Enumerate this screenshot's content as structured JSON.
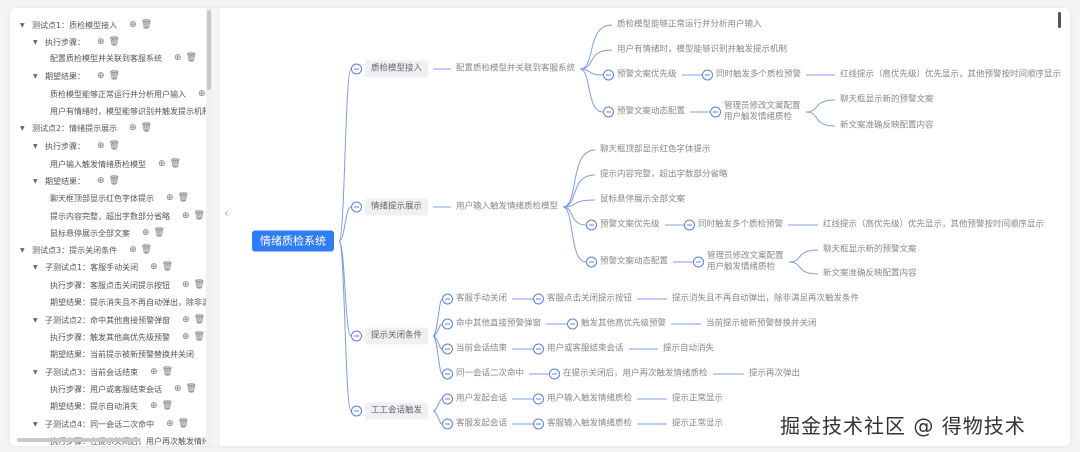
{
  "sidebar": {
    "items": [
      {
        "label": "测试点1：质检模型接入",
        "level": 0
      },
      {
        "label": "执行步骤：",
        "level": 1
      },
      {
        "label": "配置质检模型并关联到客服系统",
        "level": 2
      },
      {
        "label": "期望结果：",
        "level": 1
      },
      {
        "label": "质检模型能够正常运行并分析用户输入",
        "level": 2
      },
      {
        "label": "用户有情绪时，模型能够识别并触发提示机制",
        "level": 2
      },
      {
        "label": "测试点2：情绪提示展示",
        "level": 0
      },
      {
        "label": "执行步骤：",
        "level": 1
      },
      {
        "label": "用户输入触发情绪质检模型",
        "level": 2
      },
      {
        "label": "期望结果：",
        "level": 1
      },
      {
        "label": "聊天框顶部显示红色字体提示",
        "level": 2
      },
      {
        "label": "提示内容完整，超出字数部分省略",
        "level": 2
      },
      {
        "label": "鼠标悬停展示全部文案",
        "level": 2
      },
      {
        "label": "测试点3：提示关闭条件",
        "level": 0
      },
      {
        "label": "子测试点1：客服手动关闭",
        "level": 1
      },
      {
        "label": "执行步骤：客服点击关闭提示按钮",
        "level": 2
      },
      {
        "label": "期望结果：提示消失且不再自动弹出，除非满足再次触发条件",
        "level": 2
      },
      {
        "label": "子测试点2：命中其他直接预警弹窗",
        "level": 1
      },
      {
        "label": "执行步骤：触发其他高优先级预警",
        "level": 2
      },
      {
        "label": "期望结果：当前提示被新预警替换并关闭",
        "level": 2
      },
      {
        "label": "子测试点3：当前会话结束",
        "level": 1
      },
      {
        "label": "执行步骤：用户或客服结束会话",
        "level": 2
      },
      {
        "label": "期望结果：提示自动消失",
        "level": 2
      },
      {
        "label": "子测试点4：同一会话二次命中",
        "level": 1
      },
      {
        "label": "执行步骤：在提示关闭后，用户再次触发情绪质检",
        "level": 2
      }
    ],
    "add_icon": "⊕",
    "delete_icon": "🗑"
  },
  "mindmap": {
    "nodes": [
      "情绪质检系统",
      "质检模型接入",
      "配置质检模型并关联到客服系统",
      "质检模型能够正常运行并分析用户输入",
      "用户有情绪时，模型能够识别并触发提示机制",
      "预警文案优先级",
      "同时触发多个质检预警",
      "红线提示（高优先级）优先显示，其他预警按时间顺序显示",
      "预警文案动态配置",
      "管理员修改文案配置\n用户触发情绪质检",
      "聊天框显示新的预警文案",
      "新文案准确反映配置内容",
      "情绪提示展示",
      "用户输入触发情绪质检模型",
      "聊天框顶部显示红色字体提示",
      "提示内容完整，超出字数部分省略",
      "鼠标悬停展示全部文案",
      "预警文案优先级",
      "同时触发多个质检预警",
      "红线提示（高优先级）优先显示，其他预警按时间顺序显示",
      "预警文案动态配置",
      "管理员修改文案配置\n用户触发情绪质检",
      "聊天框显示新的预警文案",
      "新文案准确反映配置内容",
      "提示关闭条件",
      "客服手动关闭",
      "客服点击关闭提示按钮",
      "提示消失且不再自动弹出，除非满足再次触发条件",
      "命中其他直接预警弹窗",
      "触发其他高优先级预警",
      "当前提示被新预警替换并关闭",
      "当前会话结束",
      "用户或客服结束会话",
      "提示自动消失",
      "同一会话二次命中",
      "在提示关闭后，用户再次触发情绪质检",
      "提示再次弹出",
      "工工会话触发",
      "用户发起会话",
      "用户输入触发情绪质检",
      "提示正常显示",
      "客服发起会话",
      "客服输入触发情绪质检",
      "提示正常显示"
    ],
    "accent": "#2f7cf6",
    "line_color": "#7d9ce8"
  },
  "watermark": "掘金技术社区 @ 得物技术"
}
